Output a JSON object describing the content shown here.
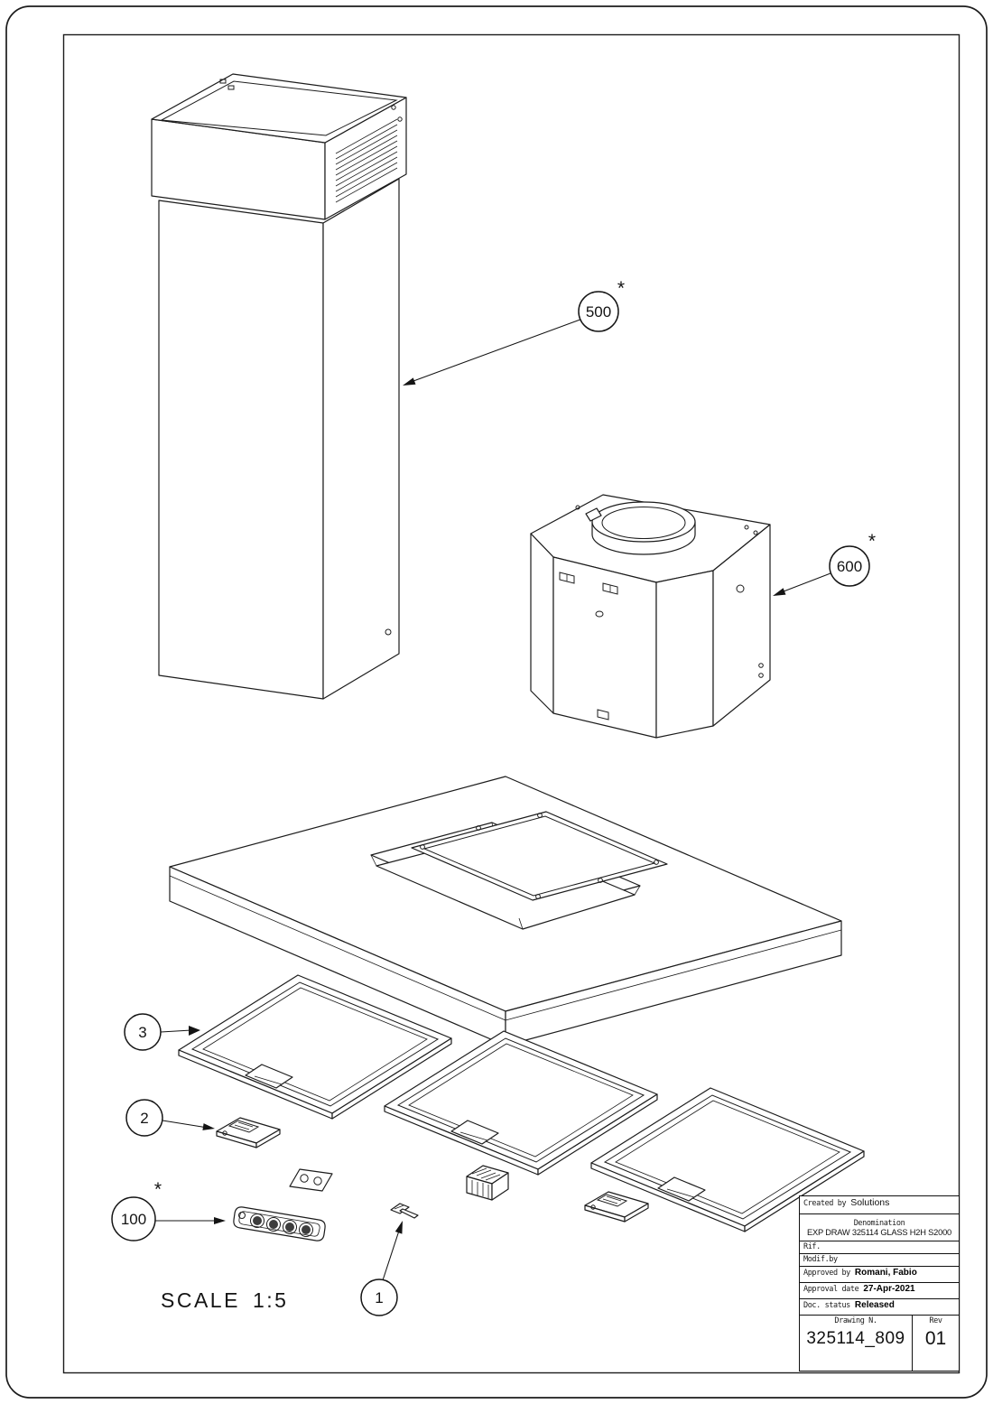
{
  "scale": {
    "word": "SCALE",
    "value": "1:5"
  },
  "callouts": {
    "chimney": {
      "label": "500",
      "asterisk": "*"
    },
    "motor": {
      "label": "600",
      "asterisk": "*"
    },
    "filter": {
      "label": "3"
    },
    "latch": {
      "label": "2"
    },
    "control": {
      "label": "100",
      "asterisk": "*"
    },
    "screw": {
      "label": "1"
    }
  },
  "title_block": {
    "created_by": {
      "label": "Created by",
      "value": "Solutions"
    },
    "denomination": {
      "label": "Denomination",
      "value": "EXP DRAW 325114 GLASS H2H S2000"
    },
    "rif": {
      "label": "Rif."
    },
    "modif_by": {
      "label": "Modif.by"
    },
    "approved_by": {
      "label": "Approved by",
      "value": "Romani, Fabio"
    },
    "approval_date": {
      "label": "Approval date",
      "value": "27-Apr-2021"
    },
    "doc_status": {
      "label": "Doc. status",
      "value": "Released"
    },
    "drawing_number": {
      "label": "Drawing N.",
      "value": "325114_809"
    },
    "revision": {
      "label": "Rev",
      "value": "01"
    }
  },
  "colors": {
    "line": "#1c1c1c",
    "background": "#ffffff"
  }
}
